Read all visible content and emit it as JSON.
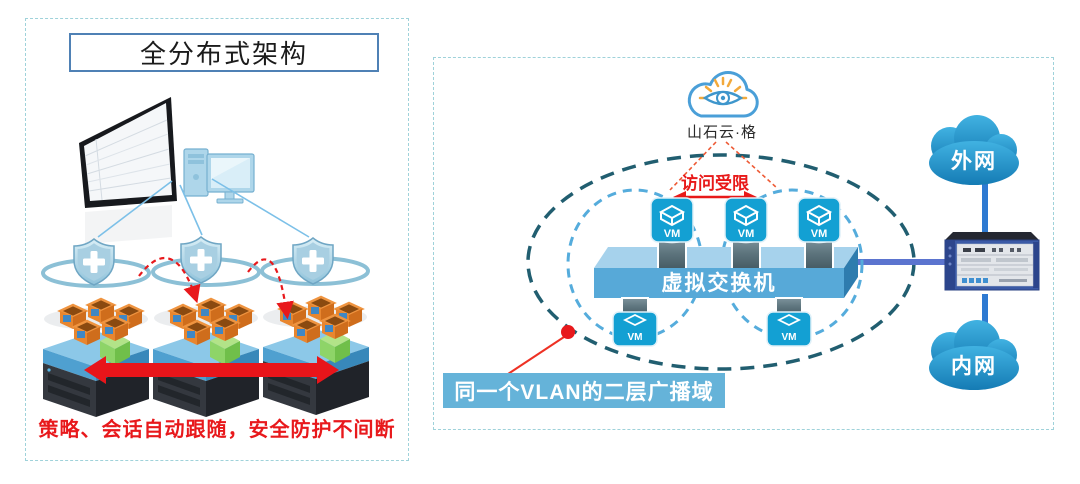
{
  "left_panel": {
    "title": "全分布式架构",
    "caption": "策略、会话自动跟随，安全防护不间断"
  },
  "right_panel": {
    "cloud_service_label": "山石云·格",
    "access_restricted_label": "访问受限",
    "virtual_switch_label": "虚拟交换机",
    "vlan_label": "同一个VLAN的二层广播域",
    "wan_label": "外网",
    "lan_label": "内网",
    "vm_label": "VM"
  },
  "icons": {
    "cloud_eye": "eye-cloud-icon",
    "shield": "shield-cross-icon",
    "vm": "vm-cube-icon",
    "firewall": "firewall-chassis-icon",
    "network_cloud": "cloud-icon"
  },
  "colors": {
    "alert_red": "#e8191c",
    "vm_blue": "#13a0d3",
    "switch_blue": "#57a9d8",
    "domain_teal": "#215e70",
    "ring_blue": "#55acdc",
    "cloud_blue": "#2ba0d6",
    "panel_border": "#9fd2da",
    "label_bg": "#65b3d9",
    "link_indigo": "#5b74cf",
    "link_blue": "#2e7ad2",
    "ray_yellow": "#f2a93b",
    "orange_box": "#e8862f",
    "green_box": "#8ed468"
  }
}
